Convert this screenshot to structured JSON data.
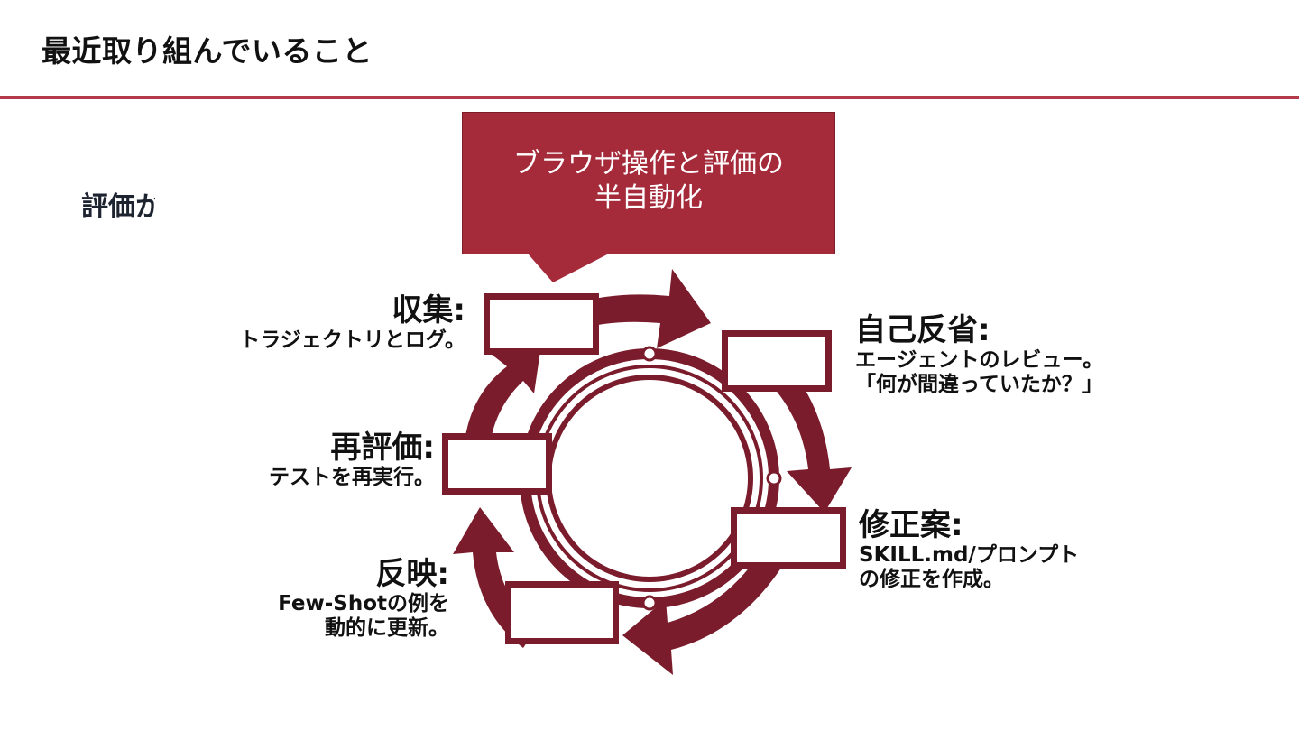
{
  "slide": {
    "title": "最近取り組んでいること",
    "subtitle": "評価から改善のサイクルを"
  },
  "callout": {
    "line1": "ブラウザ操作と評価の",
    "line2": "半自動化"
  },
  "cycle": {
    "steps": [
      {
        "head": "収集:",
        "desc": [
          "トラジェクトリとログ。"
        ]
      },
      {
        "head": "自己反省:",
        "desc": [
          "エージェントのレビュー。",
          "「何が間違っていたか？」"
        ]
      },
      {
        "head": "修正案:",
        "desc": [
          "SKILL.md/プロンプト",
          "の修正を作成。"
        ]
      },
      {
        "head": "反映:",
        "desc": [
          "Few-Shotの例を",
          "動的に更新。"
        ]
      },
      {
        "head": "再評価:",
        "desc": [
          "テストを再実行。"
        ]
      }
    ]
  },
  "colors": {
    "accent_rule": "#b23a4a",
    "callout_fill": "#a52a3a",
    "cycle_fill": "#7a1c2c"
  }
}
